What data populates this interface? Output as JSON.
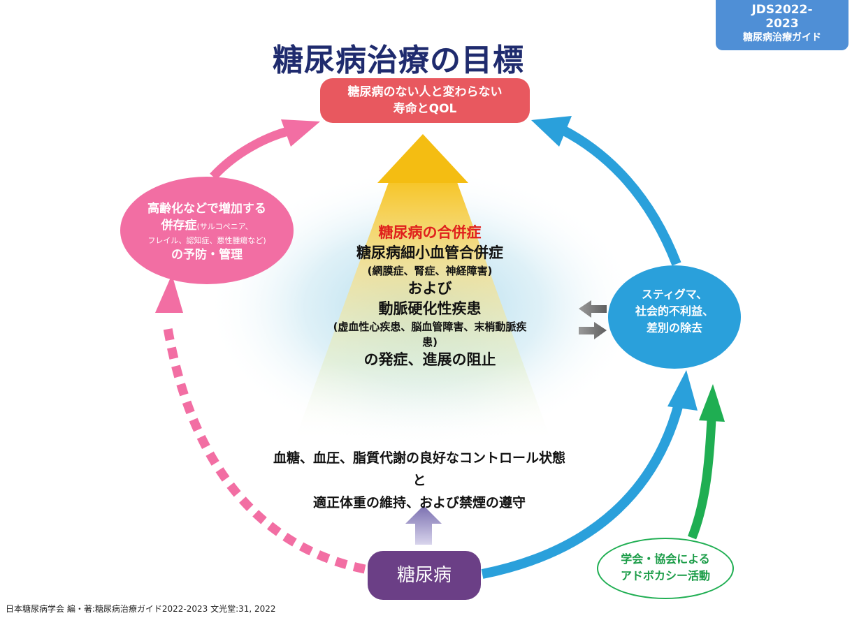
{
  "badge": {
    "line1": "JDS2022-",
    "line2": "2023",
    "line3": "糖尿病治療ガイド"
  },
  "title": "糖尿病治療の目標",
  "goal": {
    "line1": "糖尿病のない人と変わらない",
    "line2": "寿命とQOL"
  },
  "comorbid": {
    "line1": "高齢化などで増加する",
    "line2_main": "併存症",
    "line2_small": "(サルコペニア、",
    "line3": "フレイル、認知症、悪性腫瘍など)",
    "line4": "の予防・管理"
  },
  "stigma": {
    "line1": "スティグマ、",
    "line2": "社会的不利益、",
    "line3": "差別の除去"
  },
  "complications": {
    "header": "糖尿病の合併症",
    "micro": "糖尿病細小血管合併症",
    "micro_detail": "(網膜症、腎症、神経障害)",
    "and": "および",
    "macro": "動脈硬化性疾患",
    "macro_detail_1": "(虚血性心疾患、脳血管障害、末梢動脈疾",
    "macro_detail_2": "患)",
    "outcome": "の発症、進展の阻止"
  },
  "control": {
    "line1": "血糖、血圧、脂質代謝の良好なコントロール状態",
    "line2": "と",
    "line3": "適正体重の維持、および禁煙の遵守"
  },
  "diabetes": "糖尿病",
  "advocacy": {
    "line1": "学会・協会による",
    "line2": "アドボカシー活動"
  },
  "citation": "日本糖尿病学会 編・著:糖尿病治療ガイド2022-2023 文光堂:31, 2022",
  "colors": {
    "pink": "#f26ea3",
    "blue": "#2aa0db",
    "green": "#1fae52",
    "purple": "#6b3f86",
    "goal_red": "#e8585f",
    "title_navy": "#1f2b6e",
    "gold": "#f2b705"
  }
}
